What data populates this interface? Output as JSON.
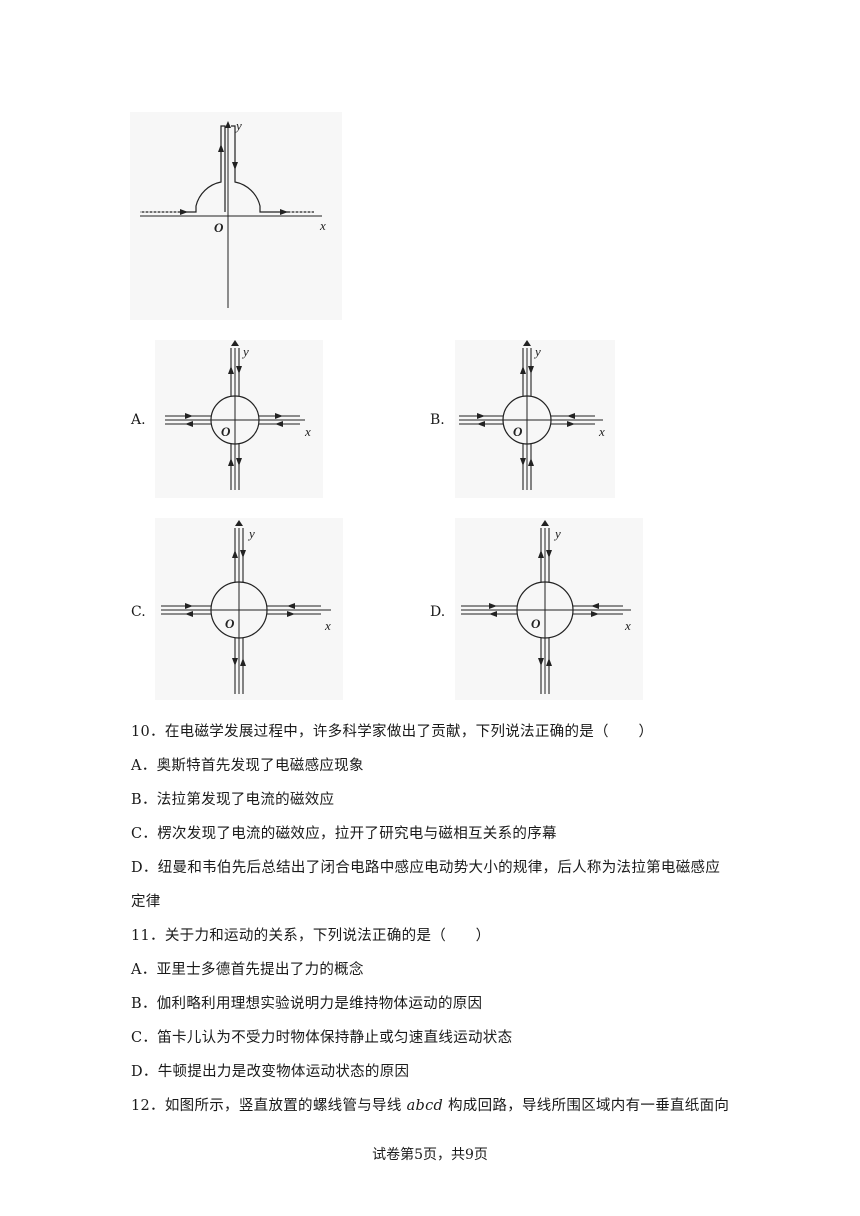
{
  "figure": {
    "main": {
      "axis_x": "x",
      "axis_y": "y",
      "origin": "O"
    },
    "options": [
      {
        "letter": "A.",
        "axis_x": "x",
        "axis_y": "y",
        "origin": "O"
      },
      {
        "letter": "B.",
        "axis_x": "x",
        "axis_y": "y",
        "origin": "O"
      },
      {
        "letter": "C.",
        "axis_x": "x",
        "axis_y": "y",
        "origin": "O"
      },
      {
        "letter": "D.",
        "axis_x": "x",
        "axis_y": "y",
        "origin": "O"
      }
    ]
  },
  "questions": [
    {
      "stem": "10．在电磁学发展过程中，许多科学家做出了贡献，下列说法正确的是（　　）",
      "choices": [
        "A．奥斯特首先发现了电磁感应现象",
        "B．法拉第发现了电流的磁效应",
        "C．楞次发现了电流的磁效应，拉开了研究电与磁相互关系的序幕",
        "D．纽曼和韦伯先后总结出了闭合电路中感应电动势大小的规律，后人称为法拉第电磁感应",
        "定律"
      ]
    },
    {
      "stem": "11．关于力和运动的关系，下列说法正确的是（　　）",
      "choices": [
        "A．亚里士多德首先提出了力的概念",
        "B．伽利略利用理想实验说明力是维持物体运动的原因",
        "C．笛卡儿认为不受力时物体保持静止或匀速直线运动状态",
        "D．牛顿提出力是改变物体运动状态的原因"
      ]
    },
    {
      "stem_before": "12．如图所示，竖直放置的螺线管与导线 ",
      "stem_var": "abcd",
      "stem_after": " 构成回路，导线所围区域内有一垂直纸面向"
    }
  ],
  "footer": "试卷第5页，共9页"
}
